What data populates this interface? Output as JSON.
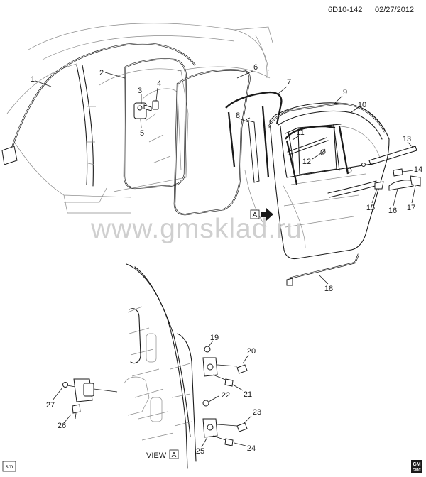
{
  "header": {
    "diagram_id": "6D10-142",
    "date": "02/27/2012"
  },
  "footer": {
    "corner_code": "sm",
    "view_label": "VIEW",
    "view_ref": "A",
    "logo_top": "GM",
    "logo_bottom": "GMC"
  },
  "watermark": "www.gmsklad.ru",
  "arrow_ref": "A",
  "callouts": [
    "1",
    "2",
    "3",
    "4",
    "5",
    "6",
    "7",
    "8",
    "9",
    "10",
    "11",
    "12",
    "13",
    "14",
    "15",
    "16",
    "17",
    "18",
    "19",
    "20",
    "21",
    "22",
    "23",
    "24",
    "25",
    "26",
    "27"
  ]
}
